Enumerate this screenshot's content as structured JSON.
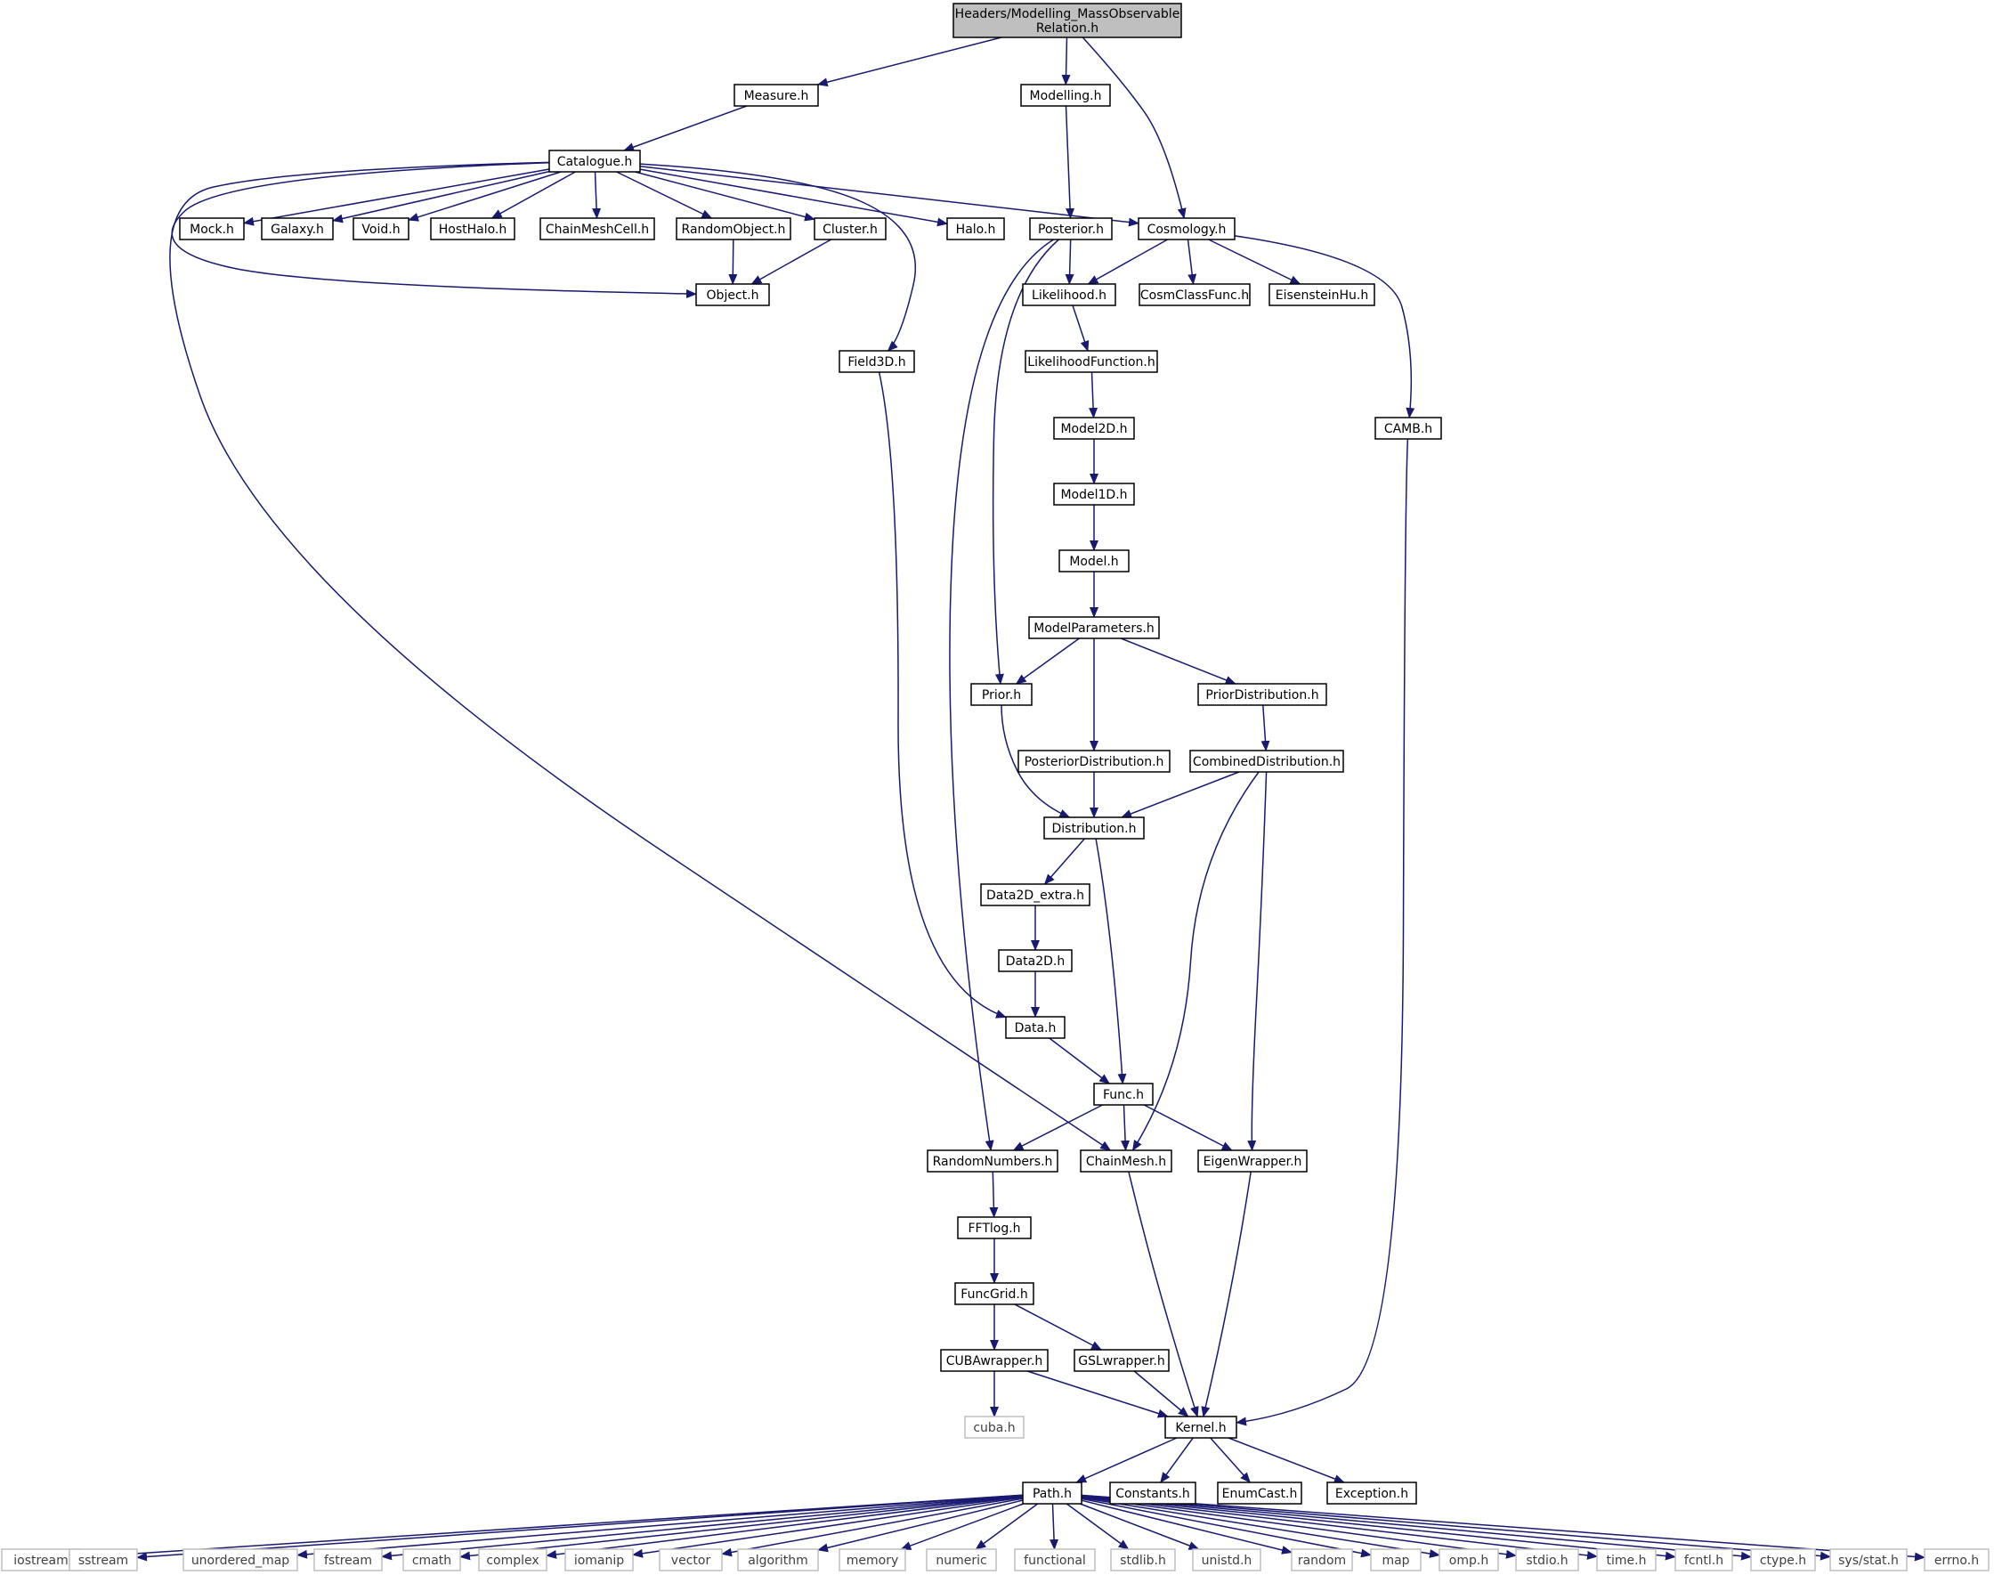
{
  "graph": {
    "edge_color": "#191970",
    "root_fill": "#bfbfbf",
    "local_border": "#000000",
    "system_border": "#bfbfbf",
    "root": {
      "id": "root",
      "lines": [
        "Headers/Modelling_MassObservable",
        "Relation.h"
      ]
    },
    "local_headers": [
      "Measure.h",
      "Modelling.h",
      "Catalogue.h",
      "Mock.h",
      "Galaxy.h",
      "Void.h",
      "HostHalo.h",
      "ChainMeshCell.h",
      "RandomObject.h",
      "Cluster.h",
      "Halo.h",
      "Posterior.h",
      "Cosmology.h",
      "Object.h",
      "Likelihood.h",
      "CosmClassFunc.h",
      "EisensteinHu.h",
      "Field3D.h",
      "LikelihoodFunction.h",
      "CAMB.h",
      "Model2D.h",
      "Model1D.h",
      "Model.h",
      "ModelParameters.h",
      "Prior.h",
      "PriorDistribution.h",
      "PosteriorDistribution.h",
      "CombinedDistribution.h",
      "Distribution.h",
      "Data2D_extra.h",
      "Data2D.h",
      "Data.h",
      "Func.h",
      "RandomNumbers.h",
      "ChainMesh.h",
      "EigenWrapper.h",
      "FFTlog.h",
      "FuncGrid.h",
      "CUBAwrapper.h",
      "GSLwrapper.h",
      "Kernel.h",
      "Path.h",
      "Constants.h",
      "EnumCast.h",
      "Exception.h"
    ],
    "system_headers": [
      "cuba.h",
      "iostream",
      "sstream",
      "unordered_map",
      "fstream",
      "cmath",
      "complex",
      "iomanip",
      "vector",
      "algorithm",
      "memory",
      "numeric",
      "functional",
      "stdlib.h",
      "unistd.h",
      "random",
      "map",
      "omp.h",
      "stdio.h",
      "time.h",
      "fcntl.h",
      "ctype.h",
      "sys/stat.h",
      "errno.h"
    ],
    "edges": [
      [
        "root",
        "Measure.h"
      ],
      [
        "root",
        "Modelling.h"
      ],
      [
        "root",
        "Cosmology.h"
      ],
      [
        "Measure.h",
        "Catalogue.h"
      ],
      [
        "Modelling.h",
        "Posterior.h"
      ],
      [
        "Catalogue.h",
        "Mock.h"
      ],
      [
        "Catalogue.h",
        "Galaxy.h"
      ],
      [
        "Catalogue.h",
        "Void.h"
      ],
      [
        "Catalogue.h",
        "HostHalo.h"
      ],
      [
        "Catalogue.h",
        "ChainMeshCell.h"
      ],
      [
        "Catalogue.h",
        "RandomObject.h"
      ],
      [
        "Catalogue.h",
        "Cluster.h"
      ],
      [
        "Catalogue.h",
        "Halo.h"
      ],
      [
        "Catalogue.h",
        "Cosmology.h"
      ],
      [
        "Catalogue.h",
        "Object.h"
      ],
      [
        "Catalogue.h",
        "Field3D.h"
      ],
      [
        "Catalogue.h",
        "ChainMesh.h"
      ],
      [
        "RandomObject.h",
        "Object.h"
      ],
      [
        "Cluster.h",
        "Object.h"
      ],
      [
        "Posterior.h",
        "Likelihood.h"
      ],
      [
        "Posterior.h",
        "Prior.h"
      ],
      [
        "Posterior.h",
        "RandomNumbers.h"
      ],
      [
        "Cosmology.h",
        "Likelihood.h"
      ],
      [
        "Cosmology.h",
        "CosmClassFunc.h"
      ],
      [
        "Cosmology.h",
        "EisensteinHu.h"
      ],
      [
        "Cosmology.h",
        "CAMB.h"
      ],
      [
        "Likelihood.h",
        "LikelihoodFunction.h"
      ],
      [
        "LikelihoodFunction.h",
        "Model2D.h"
      ],
      [
        "Model2D.h",
        "Model1D.h"
      ],
      [
        "Model1D.h",
        "Model.h"
      ],
      [
        "Model.h",
        "ModelParameters.h"
      ],
      [
        "ModelParameters.h",
        "Prior.h"
      ],
      [
        "ModelParameters.h",
        "PosteriorDistribution.h"
      ],
      [
        "ModelParameters.h",
        "PriorDistribution.h"
      ],
      [
        "PriorDistribution.h",
        "CombinedDistribution.h"
      ],
      [
        "Prior.h",
        "Distribution.h"
      ],
      [
        "PosteriorDistribution.h",
        "Distribution.h"
      ],
      [
        "CombinedDistribution.h",
        "Distribution.h"
      ],
      [
        "CombinedDistribution.h",
        "ChainMesh.h"
      ],
      [
        "CombinedDistribution.h",
        "EigenWrapper.h"
      ],
      [
        "Distribution.h",
        "Data2D_extra.h"
      ],
      [
        "Distribution.h",
        "Func.h"
      ],
      [
        "Data2D_extra.h",
        "Data2D.h"
      ],
      [
        "Data2D.h",
        "Data.h"
      ],
      [
        "Field3D.h",
        "Data.h"
      ],
      [
        "Data.h",
        "Func.h"
      ],
      [
        "Func.h",
        "RandomNumbers.h"
      ],
      [
        "Func.h",
        "ChainMesh.h"
      ],
      [
        "Func.h",
        "EigenWrapper.h"
      ],
      [
        "RandomNumbers.h",
        "FFTlog.h"
      ],
      [
        "FFTlog.h",
        "FuncGrid.h"
      ],
      [
        "FuncGrid.h",
        "CUBAwrapper.h"
      ],
      [
        "FuncGrid.h",
        "GSLwrapper.h"
      ],
      [
        "CUBAwrapper.h",
        "cuba.h"
      ],
      [
        "CUBAwrapper.h",
        "Kernel.h"
      ],
      [
        "GSLwrapper.h",
        "Kernel.h"
      ],
      [
        "ChainMesh.h",
        "Kernel.h"
      ],
      [
        "EigenWrapper.h",
        "Kernel.h"
      ],
      [
        "CAMB.h",
        "Kernel.h"
      ],
      [
        "Kernel.h",
        "Path.h"
      ],
      [
        "Kernel.h",
        "Constants.h"
      ],
      [
        "Kernel.h",
        "EnumCast.h"
      ],
      [
        "Kernel.h",
        "Exception.h"
      ],
      [
        "Path.h",
        "iostream"
      ],
      [
        "Path.h",
        "sstream"
      ],
      [
        "Path.h",
        "unordered_map"
      ],
      [
        "Path.h",
        "fstream"
      ],
      [
        "Path.h",
        "cmath"
      ],
      [
        "Path.h",
        "complex"
      ],
      [
        "Path.h",
        "iomanip"
      ],
      [
        "Path.h",
        "vector"
      ],
      [
        "Path.h",
        "algorithm"
      ],
      [
        "Path.h",
        "memory"
      ],
      [
        "Path.h",
        "numeric"
      ],
      [
        "Path.h",
        "functional"
      ],
      [
        "Path.h",
        "stdlib.h"
      ],
      [
        "Path.h",
        "unistd.h"
      ],
      [
        "Path.h",
        "random"
      ],
      [
        "Path.h",
        "map"
      ],
      [
        "Path.h",
        "omp.h"
      ],
      [
        "Path.h",
        "stdio.h"
      ],
      [
        "Path.h",
        "time.h"
      ],
      [
        "Path.h",
        "fcntl.h"
      ],
      [
        "Path.h",
        "ctype.h"
      ],
      [
        "Path.h",
        "sys/stat.h"
      ],
      [
        "Path.h",
        "errno.h"
      ]
    ]
  }
}
